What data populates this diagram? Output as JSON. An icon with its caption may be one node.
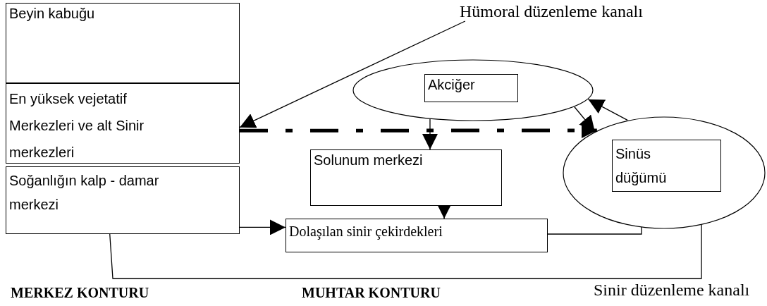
{
  "diagram": {
    "nodes": [
      {
        "text": [
          "Beyin kabuğu"
        ]
      },
      {
        "text": [
          "En yüksek vejetatif Merkezleri ve alt Sinir merkezleri"
        ]
      },
      {
        "text": [
          "Soğanlığın kalp - damar merkezi"
        ]
      },
      {
        "text": [
          "Hümoral düzenleme kanalı"
        ]
      },
      {
        "text": [],
        "shape": "ellipse"
      },
      {
        "text": [
          "Akciğer"
        ],
        "in": 4
      },
      {
        "text": [
          "Solunum merkezi"
        ]
      },
      {
        "text": [
          "Dolaşılan sinir çekirdekleri"
        ]
      },
      {
        "text": [],
        "shape": "ellipse"
      },
      {
        "text": [
          "Sinüs düğümü"
        ],
        "in": 8
      }
    ],
    "edges": [
      {
        "from": 3,
        "to": 1,
        "arrow": "to"
      },
      {
        "from": 1,
        "to": 8,
        "arrow": "to",
        "style": "dashed"
      },
      {
        "from": 4,
        "to": 6,
        "arrow": "to"
      },
      {
        "from": 4,
        "to": 8,
        "arrow": "to"
      },
      {
        "from": 8,
        "to": 4,
        "arrow": "to"
      },
      {
        "from": 6,
        "to": 7,
        "arrow": "to"
      },
      {
        "from": 2,
        "to": 7,
        "arrow": "to"
      },
      {
        "from": 7,
        "to": 9,
        "arrow": "to"
      },
      {
        "from": 2,
        "to": 9,
        "arrow": "to"
      }
    ],
    "labels": [
      "MERKEZ KONTURU",
      "MUHTAR KONTURU",
      "Sinir düzenleme kanalı"
    ]
  }
}
